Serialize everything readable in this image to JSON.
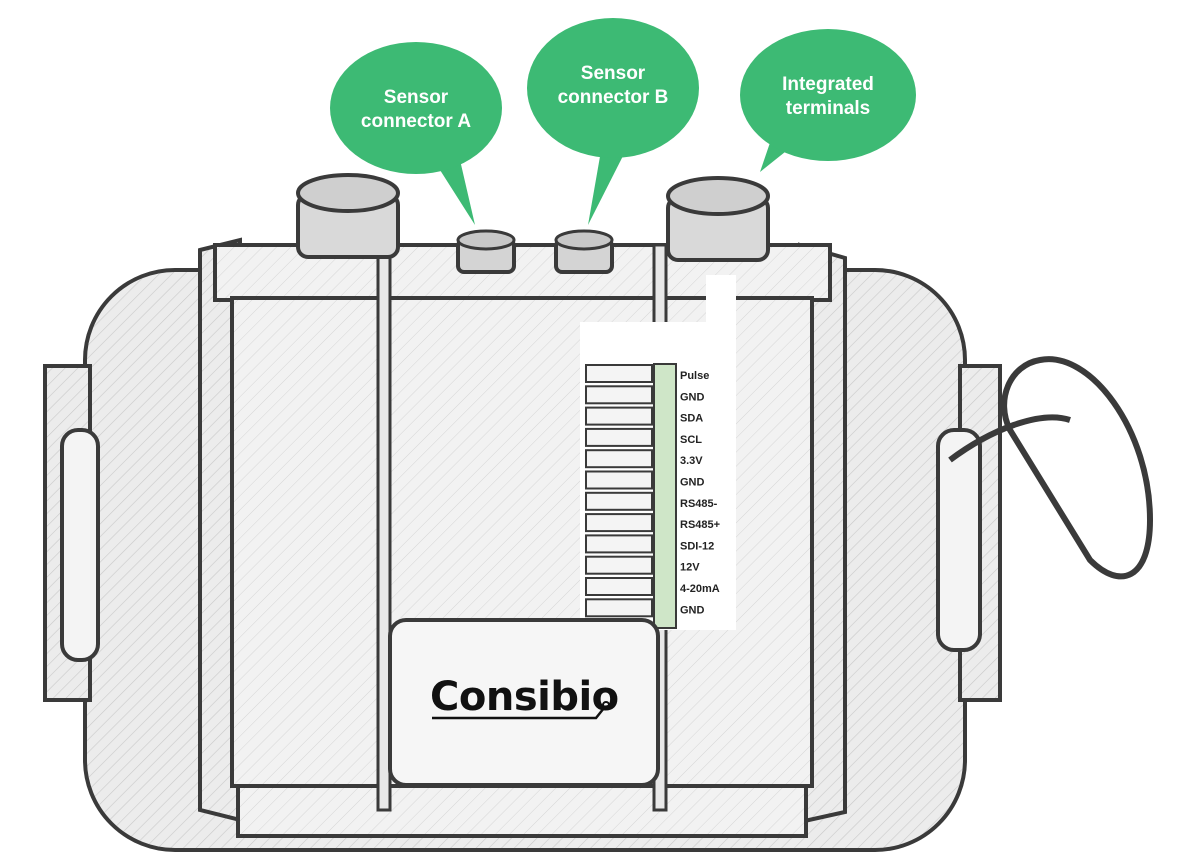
{
  "callouts": [
    {
      "id": "sensor-connector-a",
      "lines": [
        "Sensor",
        "connector A"
      ]
    },
    {
      "id": "sensor-connector-b",
      "lines": [
        "Sensor",
        "connector B"
      ]
    },
    {
      "id": "integrated-terminals",
      "lines": [
        "Integrated",
        "terminals"
      ]
    }
  ],
  "terminals": [
    "Pulse",
    "GND",
    "SDA",
    "SCL",
    "3.3V",
    "GND",
    "RS485-",
    "RS485+",
    "SDI-12",
    "12V",
    "4-20mA",
    "GND"
  ],
  "brand": {
    "name": "Consibio"
  },
  "colors": {
    "callout": "#3dba74",
    "terminal_block": "#cfe6c8",
    "outline": "#3a3a3a",
    "body_fill": "#e9e9e9",
    "panel_fill": "#f1f1f1"
  }
}
